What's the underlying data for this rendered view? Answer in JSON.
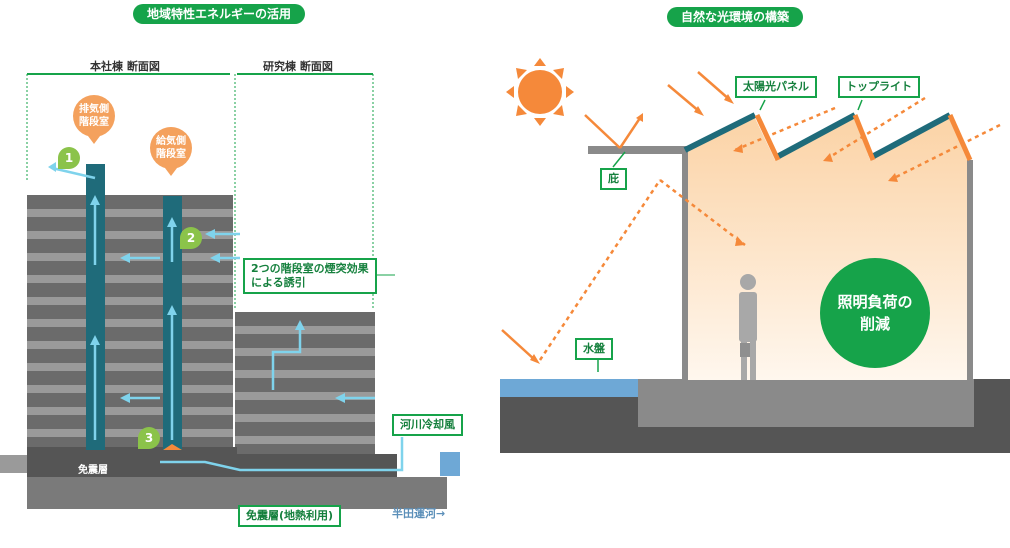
{
  "left": {
    "title": "地域特性エネルギーの活用",
    "main_section": "本社棟 断面図",
    "lab_section": "研究棟 断面図",
    "exhaust_stair": "排気側\n階段室",
    "supply_stair": "給気側\n階段室",
    "chimney_effect": "2つの階段室の煙突効果\nによる誘引",
    "river_wind": "河川冷却風",
    "isolation_floor": "免震層",
    "isolation_geo": "免震層(地熱利用)",
    "canal": "半田運河→",
    "numbers": [
      "1",
      "2",
      "3"
    ]
  },
  "right": {
    "title": "自然な光環境の構築",
    "solar_panel": "太陽光パネル",
    "toplight": "トップライト",
    "eaves": "庇",
    "water_basin": "水盤",
    "lighting_load": "照明負荷の\n削減"
  },
  "colors": {
    "accent": "#16a34a",
    "airflow": "#7fd3ec",
    "building": "#6b6b6b",
    "stair": "#1f6b7a",
    "sun": "#f5893a"
  }
}
